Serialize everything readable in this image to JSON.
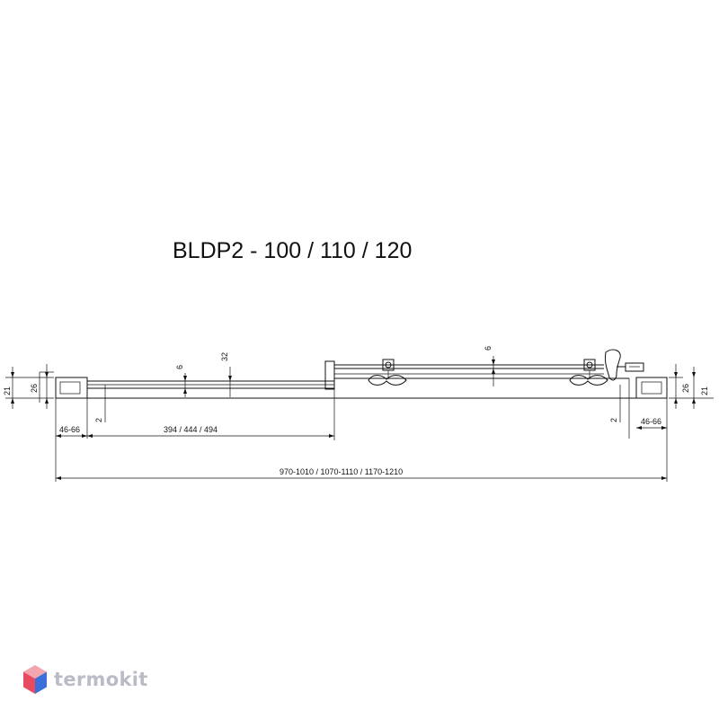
{
  "title": "BLDP2 - 100 / 110 / 120",
  "dimensions": {
    "height_21": "21",
    "height_26": "26",
    "gap_6_left": "6",
    "depth_32": "32",
    "gap_6_right": "6",
    "offset_2_left": "2",
    "offset_2_right": "2",
    "adjust_left": "46-66",
    "adjust_right": "46-66",
    "fixed_panel": "394 / 444 / 494",
    "total_width": "970-1010 / 1070-1110 / 1170-1210"
  },
  "logo": {
    "text": "termokit",
    "icon": "cube-icon",
    "colors": {
      "top": "#f2a6b0",
      "left": "#e84a5f",
      "right": "#3b6fd9"
    }
  }
}
